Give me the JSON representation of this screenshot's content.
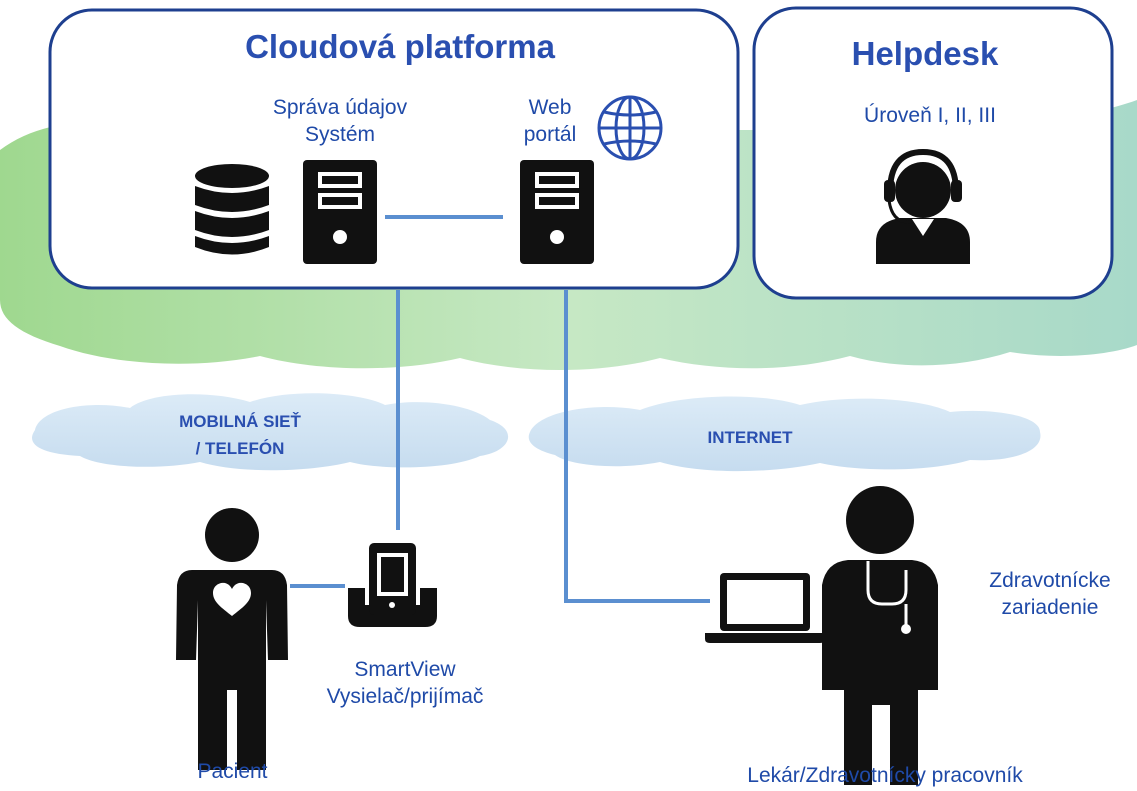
{
  "cloud_platform": {
    "title": "Cloudová platforma",
    "data_system_line1": "Správa údajov",
    "data_system_line2": "Systém",
    "web_portal_line1": "Web",
    "web_portal_line2": "portál"
  },
  "helpdesk": {
    "title": "Helpdesk",
    "levels": "Úroveň I, II, III"
  },
  "networks": {
    "mobile_line1": "MOBILNÁ SIEŤ",
    "mobile_line2": "/ TELEFÓN",
    "internet": "INTERNET"
  },
  "patient": {
    "label": "Pacient"
  },
  "device": {
    "line1": "SmartView",
    "line2": "Vysielač/prijímač"
  },
  "facility": {
    "line1": "Zdravotnícke",
    "line2": "zariadenie"
  },
  "doctor": {
    "label": "Lekár/Zdravotnícky pracovník"
  },
  "colors": {
    "box_border": "#1e3f8f",
    "connector": "#5b8fd0",
    "cloud_green": "#a9dc9c",
    "cloud_blue": "#cfe3f3",
    "icon": "#111111"
  }
}
